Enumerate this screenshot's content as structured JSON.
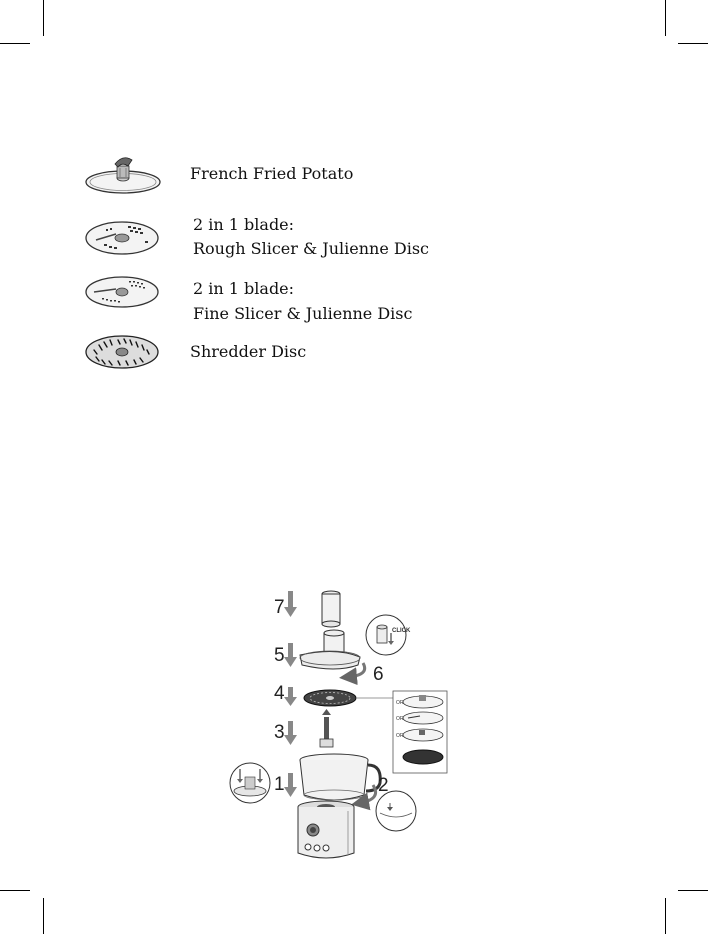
{
  "parts": [
    {
      "icon": "french-fry-disc-icon",
      "lines": [
        "French Fried Potato"
      ]
    },
    {
      "icon": "rough-slicer-disc-icon",
      "lines": [
        "2 in 1 blade:",
        "Rough Slicer & Julienne Disc"
      ]
    },
    {
      "icon": "fine-slicer-disc-icon",
      "lines": [
        "2 in 1 blade:",
        "Fine Slicer & Julienne Disc"
      ]
    },
    {
      "icon": "shredder-disc-icon",
      "lines": [
        "Shredder Disc"
      ]
    }
  ],
  "assembly": {
    "steps": [
      "7",
      "5",
      "6",
      "4",
      "3",
      "1",
      "2"
    ],
    "click_label": "CLICK",
    "or_label": "OR"
  }
}
